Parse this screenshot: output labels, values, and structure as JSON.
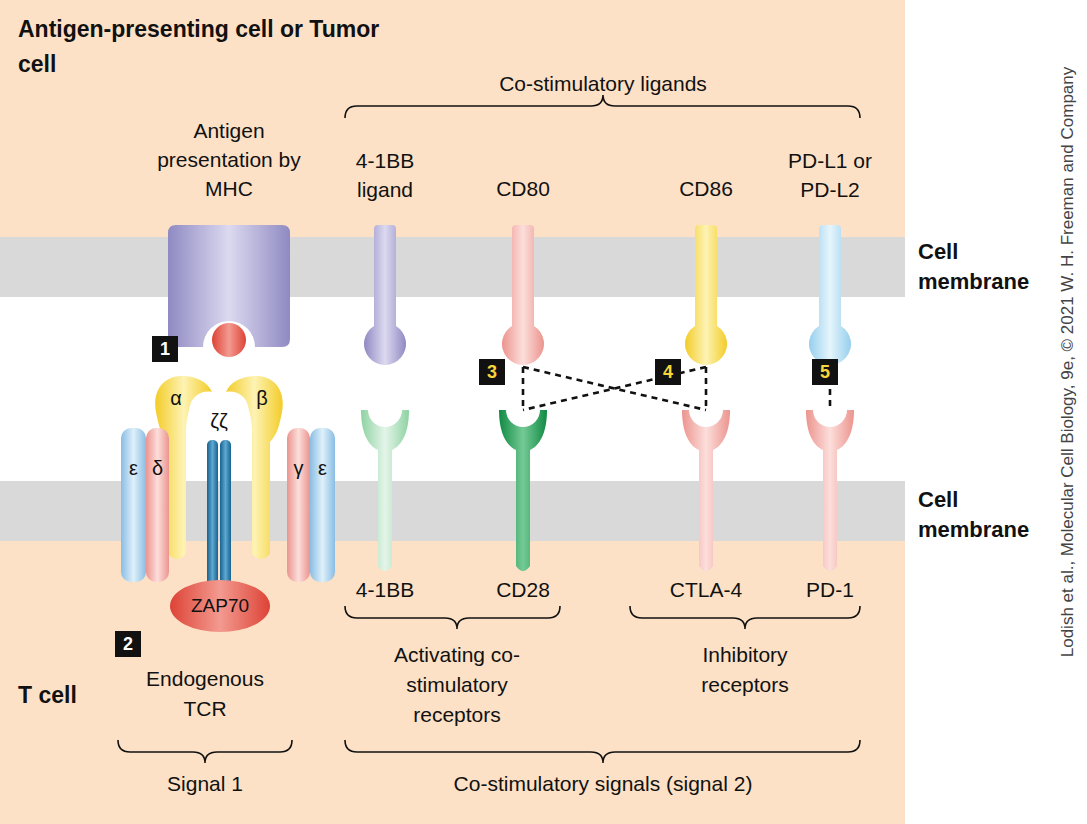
{
  "diagram": {
    "nodes": [
      {
        "text": [
          "Antigen-presenting cell or Tumor cell"
        ]
      },
      {
        "text": [
          "Antigen presentation by MHC"
        ]
      },
      {
        "text": [
          "4-1BB ligand"
        ]
      },
      {
        "text": [
          "CD80"
        ]
      },
      {
        "text": [
          "CD86"
        ]
      },
      {
        "text": [
          "PD-L1 or PD-L2"
        ]
      },
      {
        "text": [
          "Cell membrane"
        ]
      },
      {
        "text": [
          "α"
        ]
      },
      {
        "text": [
          "β"
        ]
      },
      {
        "text": [
          "ζζ"
        ]
      },
      {
        "text": [
          "ε"
        ]
      },
      {
        "text": [
          "δ"
        ]
      },
      {
        "text": [
          "γ"
        ]
      },
      {
        "text": [
          "ε"
        ]
      },
      {
        "text": [
          "4-1BB"
        ]
      },
      {
        "text": [
          "CD28"
        ]
      },
      {
        "text": [
          "CTLA-4"
        ]
      },
      {
        "text": [
          "PD-1"
        ]
      },
      {
        "text": [
          "Cell membrane"
        ]
      },
      {
        "text": [
          "ZAP70"
        ]
      },
      {
        "text": [
          "T cell"
        ]
      }
    ],
    "edges": [
      {
        "from": 3,
        "to": 15,
        "arrow": "none"
      },
      {
        "from": 3,
        "to": 16,
        "arrow": "none"
      },
      {
        "from": 4,
        "to": 15,
        "arrow": "none"
      },
      {
        "from": 4,
        "to": 16,
        "arrow": "none"
      },
      {
        "from": 5,
        "to": 17,
        "arrow": "none"
      }
    ],
    "labels": [
      "Co-stimulatory ligands",
      "1",
      "2",
      "3",
      "4",
      "5",
      "Endogenous TCR",
      "Activating co-stimulatory receptors",
      "Inhibitory receptors",
      "Signal 1",
      "Co-stimulatory signals (signal 2)",
      "Lodish et al., Molecular Cell Biology, 9e, © 2021 W. H. Freeman and Company"
    ]
  }
}
